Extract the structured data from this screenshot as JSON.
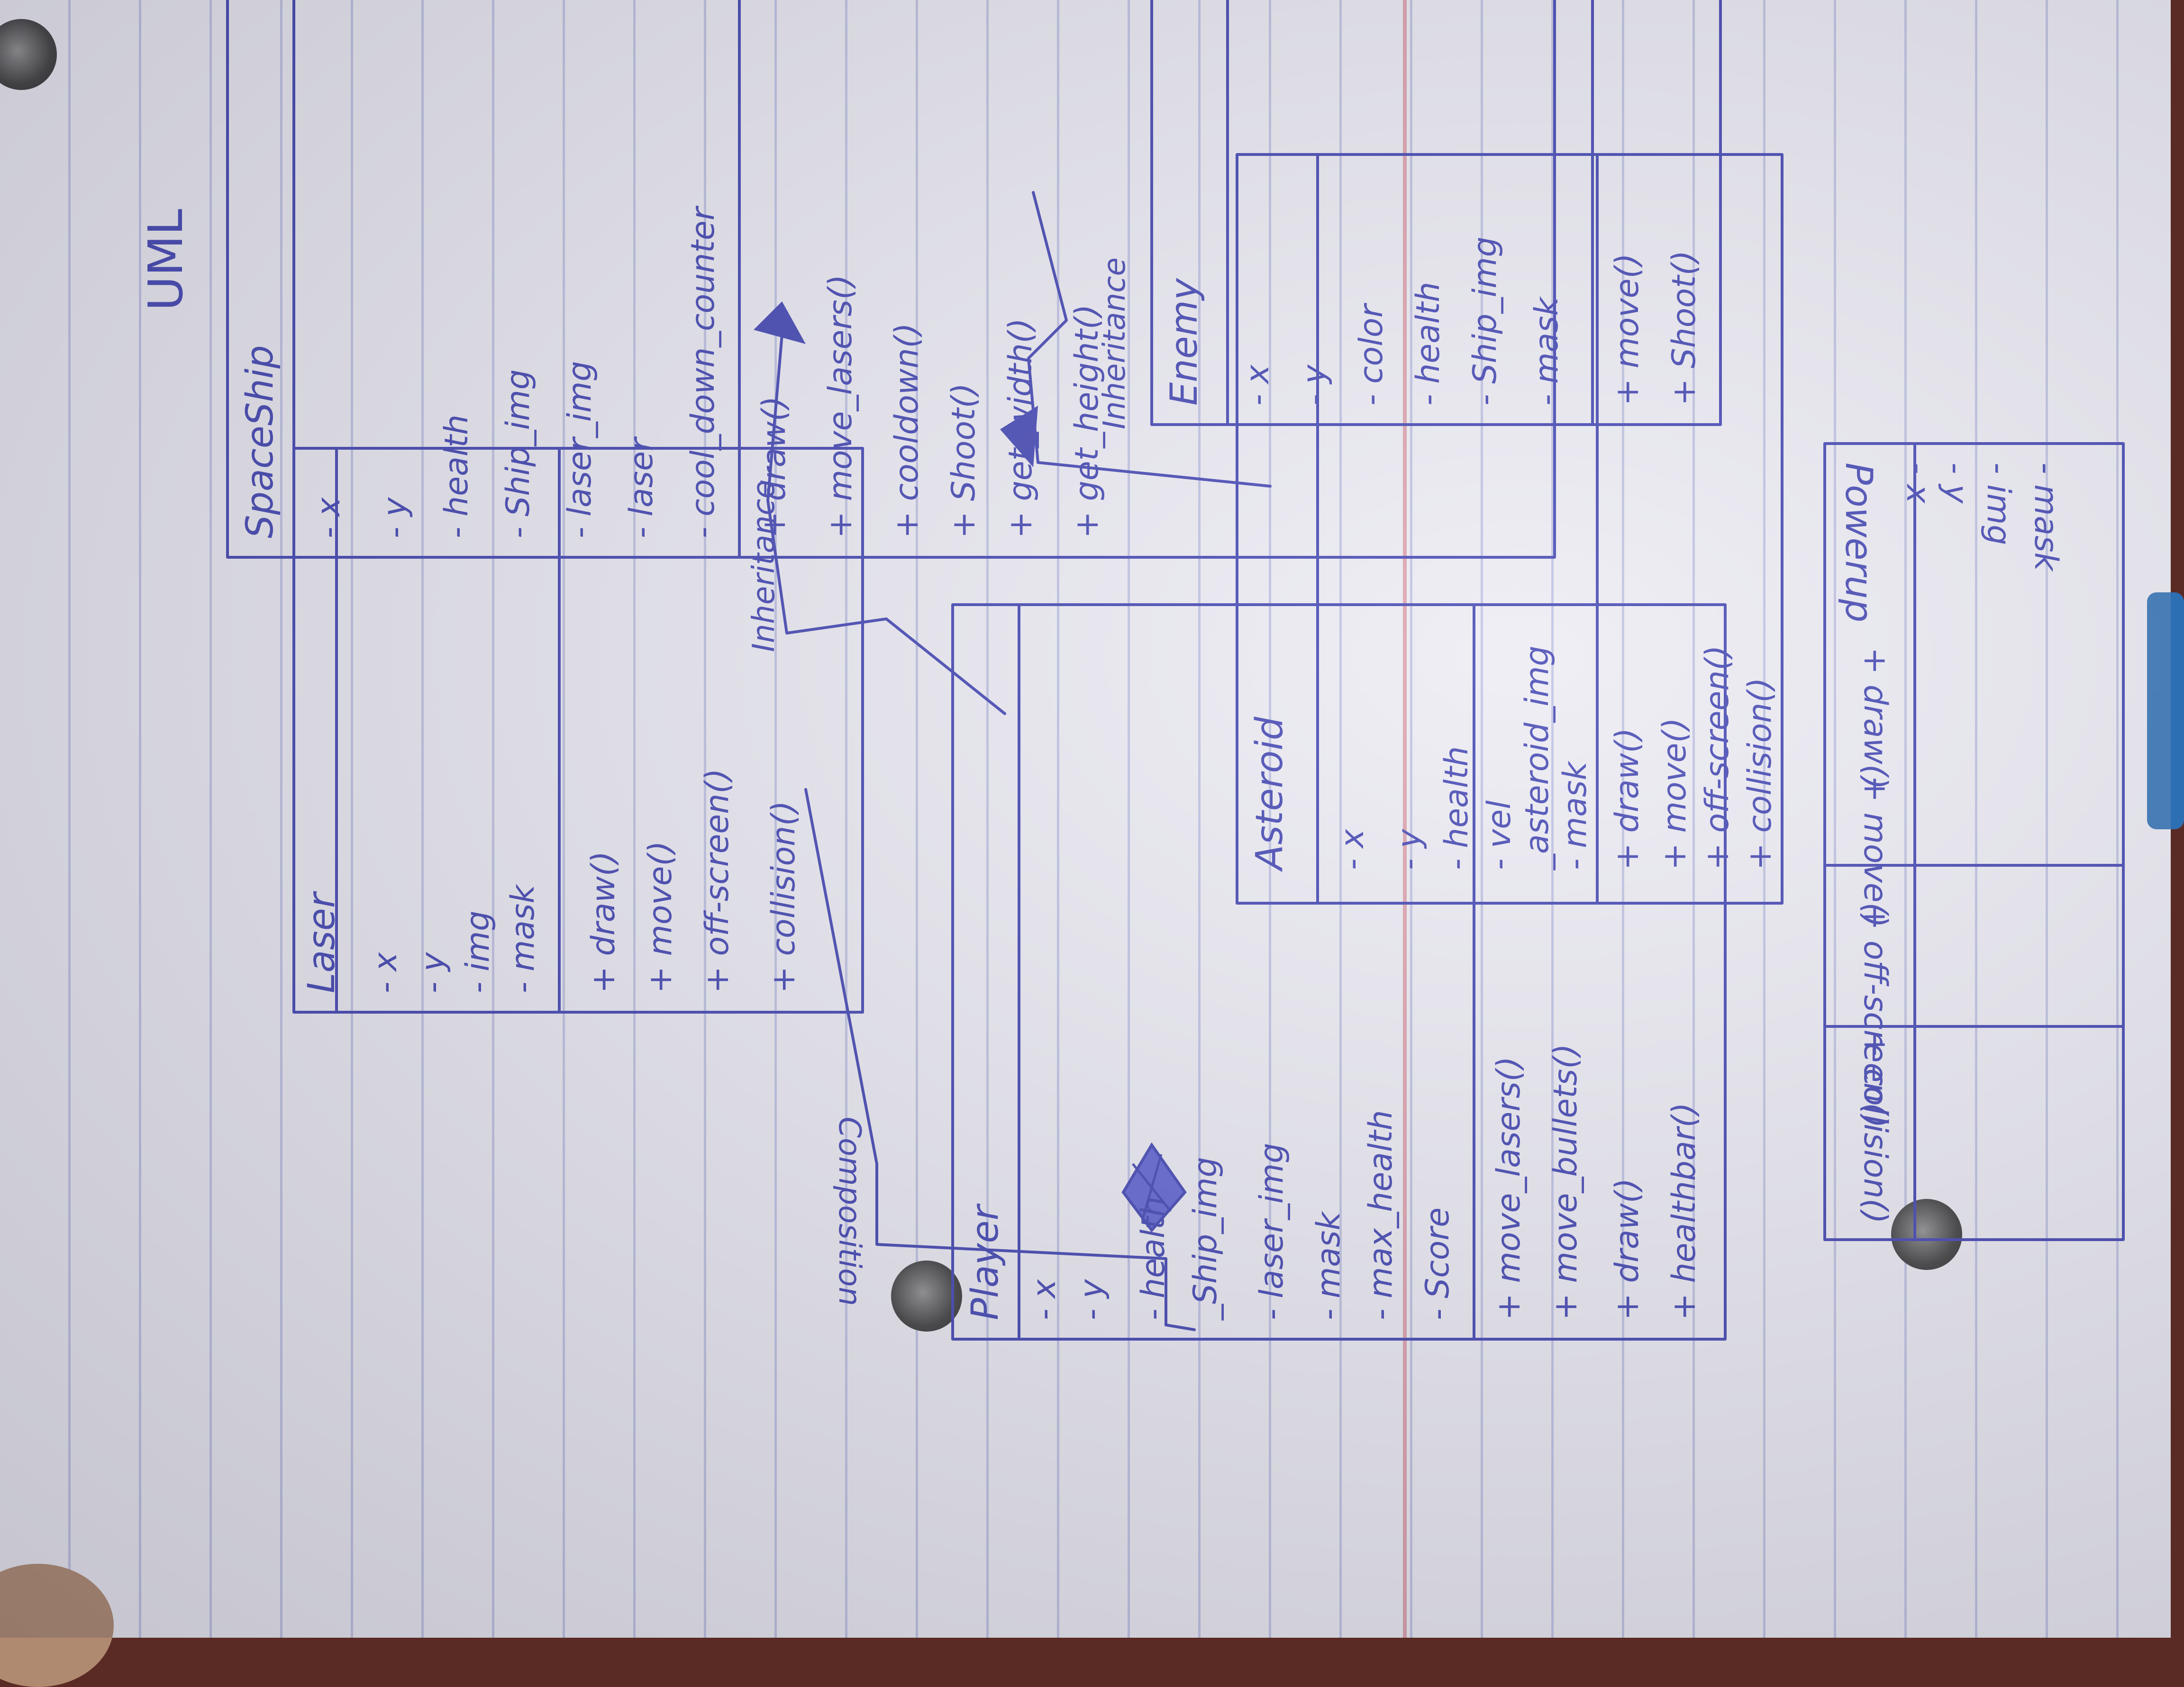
{
  "page_title": "UML",
  "classes": {
    "laser": {
      "name": "Laser",
      "attributes": [
        "- x",
        "- y",
        "- img",
        "- mask"
      ],
      "methods": [
        "+ draw()",
        "+ move()",
        "+ off-screen()",
        "+ collision()"
      ]
    },
    "player": {
      "name": "Player",
      "attributes": [
        "- x",
        "- y",
        "- health",
        "_Ship_img",
        "- laser_img",
        "- mask",
        "- max_health",
        "- Score"
      ],
      "methods": [
        "+ move_lasers()",
        "+ move_bullets()",
        "+ draw()",
        "+ healthbar()"
      ]
    },
    "asteroid": {
      "name": "Asteroid",
      "attributes": [
        "- x",
        "- y",
        "- health",
        "- vel",
        "_asteroid_img",
        "- mask"
      ],
      "methods": [
        "+ draw()",
        "+ move()",
        "+ off-screen()",
        "+ collision()"
      ]
    },
    "spaceship": {
      "name": "SpaceShip",
      "attributes": [
        "- x",
        "- y",
        "- health",
        "- Ship_img",
        "- laser_img",
        "- laser",
        "- cool_down_counter"
      ],
      "methods": [
        "+ draw()",
        "+ move_lasers()",
        "+ cooldown()",
        "+ Shoot()",
        "+ get_width()",
        "+ get_height()"
      ]
    },
    "enemy": {
      "name": "Enemy",
      "attributes": [
        "- x",
        "- y",
        "- color",
        "- health",
        "- Ship_img",
        "- mask"
      ],
      "methods": [
        "+ move()",
        "+ Shoot()"
      ]
    },
    "powerup": {
      "name": "Powerup",
      "attributes": [
        "- x",
        "- y",
        "- img",
        "- mask"
      ],
      "methods": [
        "+ draw()",
        "+ move()",
        "+ off-screen()",
        "+ collision()"
      ]
    }
  },
  "relations": {
    "composition": "Composition",
    "inheritance_player": "Inheritance",
    "inheritance_enemy": "Inheritance"
  },
  "colors": {
    "ink": "#3c3fb0",
    "paper": "#ecebf3",
    "rule_line": "#7882c8",
    "margin_line": "#cd5f6e"
  }
}
